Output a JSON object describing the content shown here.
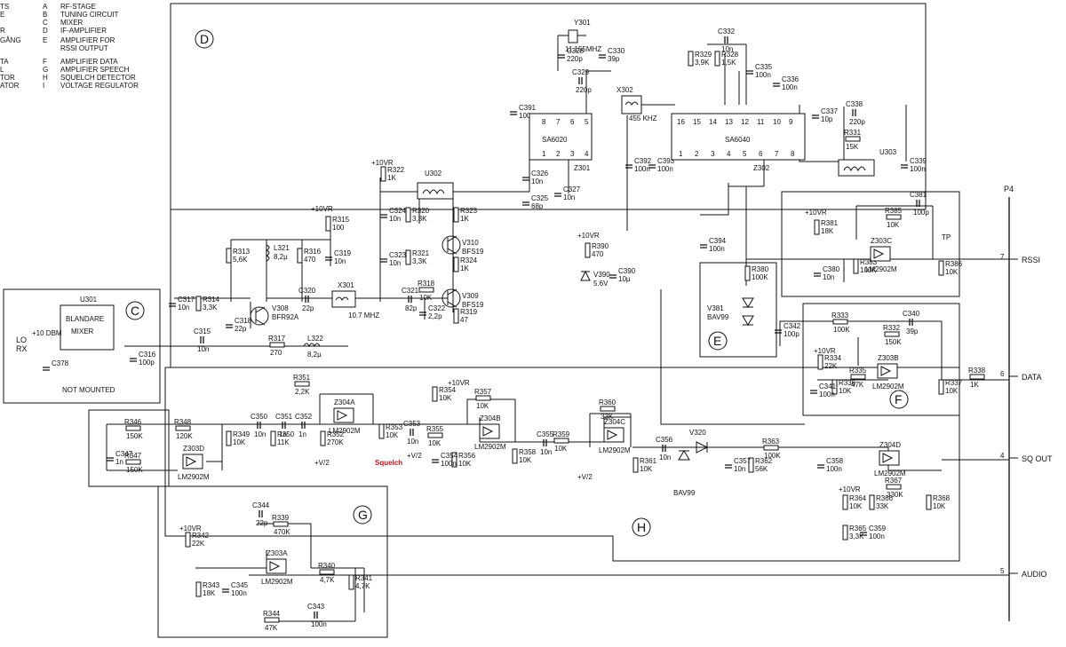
{
  "legend": [
    {
      "key": "A",
      "code_left": "TS",
      "desc": "RF-STAGE"
    },
    {
      "key": "B",
      "code_left": "E",
      "desc": "TUNING CIRCUIT"
    },
    {
      "key": "C",
      "code_left": "",
      "desc": "MIXER"
    },
    {
      "key": "D",
      "code_left": "R",
      "desc": "IF-AMPLIFIER"
    },
    {
      "key": "E",
      "code_left": "GÅNG",
      "desc": "AMPLIFIER FOR"
    },
    {
      "key": "",
      "code_left": "",
      "desc": "RSSI OUTPUT"
    },
    {
      "key": "F",
      "code_left": "TA",
      "desc": "AMPLIFIER DATA"
    },
    {
      "key": "G",
      "code_left": "L",
      "desc": "AMPLIFIER SPEECH"
    },
    {
      "key": "H",
      "code_left": "TOR",
      "desc": "SQUELCH DETECTOR"
    },
    {
      "key": "I",
      "code_left": "ATOR",
      "desc": "VOLTAGE REGULATOR"
    }
  ],
  "section_labels": {
    "d": "D",
    "c": "C",
    "e": "E",
    "f": "F",
    "g": "G",
    "h": "H"
  },
  "connector": {
    "name": "P4",
    "pins": [
      {
        "num": "7",
        "label": "RSSI"
      },
      {
        "num": "6",
        "label": "DATA"
      },
      {
        "num": "4",
        "label": "SQ OUT"
      },
      {
        "num": "5",
        "label": "AUDIO"
      }
    ]
  },
  "ics": {
    "u301": {
      "ref": "U301",
      "name1": "BLANDARE",
      "name2": "MIXER"
    },
    "sa6020": {
      "name": "SA6020",
      "ref": "Z301",
      "pins_top": [
        "8",
        "7",
        "6",
        "5"
      ],
      "pins_bot": [
        "1",
        "2",
        "3",
        "4"
      ]
    },
    "sa6040": {
      "name": "SA6040",
      "ref": "Z302",
      "pins_top": [
        "16",
        "15",
        "14",
        "13",
        "12",
        "11",
        "10",
        "9"
      ],
      "pins_bot": [
        "1",
        "2",
        "3",
        "4",
        "5",
        "6",
        "7",
        "8"
      ]
    },
    "u302": {
      "ref": "U302"
    },
    "u303": {
      "ref": "U303"
    },
    "y301": {
      "ref": "Y301",
      "value": "11.155MHZ"
    },
    "x302": {
      "ref": "X302",
      "value": "455 KHZ"
    },
    "x301": {
      "ref": "X301",
      "value": "10.7 MHZ"
    }
  },
  "transistors": [
    {
      "ref": "V308",
      "type": "BFR92A"
    },
    {
      "ref": "V310",
      "type": "BFS19"
    },
    {
      "ref": "V309",
      "type": "BFS19"
    }
  ],
  "opamps": [
    {
      "ref": "Z304A",
      "type": "LM2902M"
    },
    {
      "ref": "Z304B",
      "type": "LM2902M"
    },
    {
      "ref": "Z304C",
      "type": "LM2902M"
    },
    {
      "ref": "Z304D",
      "type": "LM2902M"
    },
    {
      "ref": "Z303D",
      "type": "LM2902M"
    },
    {
      "ref": "Z303A",
      "type": "LM2902M"
    },
    {
      "ref": "Z303B",
      "type": "LM2902M"
    },
    {
      "ref": "Z303C",
      "type": "LM2902M"
    }
  ],
  "diodes": [
    {
      "ref": "V381",
      "type": "BAV99"
    },
    {
      "ref": "V320",
      "type": "BAV99"
    },
    {
      "ref": "V390",
      "type": "5.6V"
    }
  ],
  "rail_label": "+10VR",
  "half_rail": "+V/2",
  "squelch_label": "Squelch",
  "not_mounted": "NOT MOUNTED",
  "lo_input": {
    "line1": "LO",
    "line2": "RX",
    "level": "+10 DBM"
  },
  "tp": "TP",
  "components": [
    {
      "ref": "R322",
      "value": "1K"
    },
    {
      "ref": "R324",
      "value": "1K"
    },
    {
      "ref": "R320",
      "value": "3,3K"
    },
    {
      "ref": "R323",
      "value": "1K"
    },
    {
      "ref": "R321",
      "value": "3,3K"
    },
    {
      "ref": "R318",
      "value": "10K"
    },
    {
      "ref": "R319",
      "value": "47"
    },
    {
      "ref": "R315",
      "value": "100"
    },
    {
      "ref": "R316",
      "value": "470"
    },
    {
      "ref": "R313",
      "value": "5,6K"
    },
    {
      "ref": "R314",
      "value": "3,3K"
    },
    {
      "ref": "R317",
      "value": "270"
    },
    {
      "ref": "R390",
      "value": "470"
    },
    {
      "ref": "R329",
      "value": "3,9K"
    },
    {
      "ref": "R328",
      "value": "1,5K"
    },
    {
      "ref": "R331",
      "value": "15K"
    },
    {
      "ref": "R385",
      "value": "10K"
    },
    {
      "ref": "R381",
      "value": "18K"
    },
    {
      "ref": "R383",
      "value": "100K"
    },
    {
      "ref": "R386",
      "value": "10K"
    },
    {
      "ref": "R380",
      "value": "100K"
    },
    {
      "ref": "R333",
      "value": "100K"
    },
    {
      "ref": "R332",
      "value": "150K"
    },
    {
      "ref": "R334",
      "value": "22K"
    },
    {
      "ref": "R335",
      "value": "47K"
    },
    {
      "ref": "R336",
      "value": "10K"
    },
    {
      "ref": "R337",
      "value": "10K"
    },
    {
      "ref": "R338",
      "value": "1K"
    },
    {
      "ref": "R346",
      "value": "150K"
    },
    {
      "ref": "R348",
      "value": "120K"
    },
    {
      "ref": "R347",
      "value": "150K"
    },
    {
      "ref": "R349",
      "value": "10K"
    },
    {
      "ref": "R350",
      "value": "11K"
    },
    {
      "ref": "R351",
      "value": "2,2K"
    },
    {
      "ref": "R352",
      "value": "270K"
    },
    {
      "ref": "R353",
      "value": "10K"
    },
    {
      "ref": "R354",
      "value": "10K"
    },
    {
      "ref": "R355",
      "value": "10K"
    },
    {
      "ref": "R356",
      "value": "10K"
    },
    {
      "ref": "R357",
      "value": "10K"
    },
    {
      "ref": "R358",
      "value": "10K"
    },
    {
      "ref": "R359",
      "value": "10K"
    },
    {
      "ref": "R360",
      "value": "33K"
    },
    {
      "ref": "R361",
      "value": "10K"
    },
    {
      "ref": "R362",
      "value": "56K"
    },
    {
      "ref": "R363",
      "value": "100K"
    },
    {
      "ref": "R364",
      "value": "10K"
    },
    {
      "ref": "R365",
      "value": "3,3K"
    },
    {
      "ref": "R366",
      "value": "33K"
    },
    {
      "ref": "R367",
      "value": "330K"
    },
    {
      "ref": "R368",
      "value": "10K"
    },
    {
      "ref": "R339",
      "value": "470K"
    },
    {
      "ref": "R340",
      "value": "4,7K"
    },
    {
      "ref": "R341",
      "value": "4,7K"
    },
    {
      "ref": "R342",
      "value": "22K"
    },
    {
      "ref": "R343",
      "value": "18K"
    },
    {
      "ref": "R344",
      "value": "47K"
    },
    {
      "ref": "C324",
      "value": "10n"
    },
    {
      "ref": "C323",
      "value": "10n"
    },
    {
      "ref": "C319",
      "value": "10n"
    },
    {
      "ref": "C317",
      "value": "10n"
    },
    {
      "ref": "C318",
      "value": "22p"
    },
    {
      "ref": "C320",
      "value": "22p"
    },
    {
      "ref": "C321",
      "value": "82p"
    },
    {
      "ref": "C322",
      "value": "2,2p"
    },
    {
      "ref": "C315",
      "value": "10n"
    },
    {
      "ref": "C316",
      "value": "100p"
    },
    {
      "ref": "C326",
      "value": "10n"
    },
    {
      "ref": "C325",
      "value": "68p"
    },
    {
      "ref": "C327",
      "value": "10n"
    },
    {
      "ref": "C391",
      "value": "100n"
    },
    {
      "ref": "C328",
      "value": "220p"
    },
    {
      "ref": "C330",
      "value": "39p"
    },
    {
      "ref": "C329",
      "value": "220p"
    },
    {
      "ref": "C392",
      "value": "100n"
    },
    {
      "ref": "C393",
      "value": "100n"
    },
    {
      "ref": "C390",
      "value": "10µ"
    },
    {
      "ref": "C394",
      "value": "100n"
    },
    {
      "ref": "C332",
      "value": "10n"
    },
    {
      "ref": "C335",
      "value": "100n"
    },
    {
      "ref": "C336",
      "value": "100n"
    },
    {
      "ref": "C337",
      "value": "10p"
    },
    {
      "ref": "C338",
      "value": "220p"
    },
    {
      "ref": "C339",
      "value": "100n"
    },
    {
      "ref": "C381",
      "value": "100p"
    },
    {
      "ref": "C380",
      "value": "10n"
    },
    {
      "ref": "C342",
      "value": "100p"
    },
    {
      "ref": "C340",
      "value": "39p"
    },
    {
      "ref": "C341",
      "value": "100n"
    },
    {
      "ref": "C347",
      "value": "1n"
    },
    {
      "ref": "C350",
      "value": "10n"
    },
    {
      "ref": "C351",
      "value": "1n"
    },
    {
      "ref": "C352",
      "value": "1n"
    },
    {
      "ref": "C353",
      "value": "10n"
    },
    {
      "ref": "C354",
      "value": "100n"
    },
    {
      "ref": "C355",
      "value": "10n"
    },
    {
      "ref": "C356",
      "value": "10n"
    },
    {
      "ref": "C357",
      "value": "10n"
    },
    {
      "ref": "C358",
      "value": "100n"
    },
    {
      "ref": "C359",
      "value": "100n"
    },
    {
      "ref": "C344",
      "value": "22p"
    },
    {
      "ref": "C345",
      "value": "100n"
    },
    {
      "ref": "C343",
      "value": "100n"
    },
    {
      "ref": "C378",
      "value": ""
    },
    {
      "ref": "L321",
      "value": "8,2µ"
    },
    {
      "ref": "L322",
      "value": "8,2µ"
    }
  ]
}
